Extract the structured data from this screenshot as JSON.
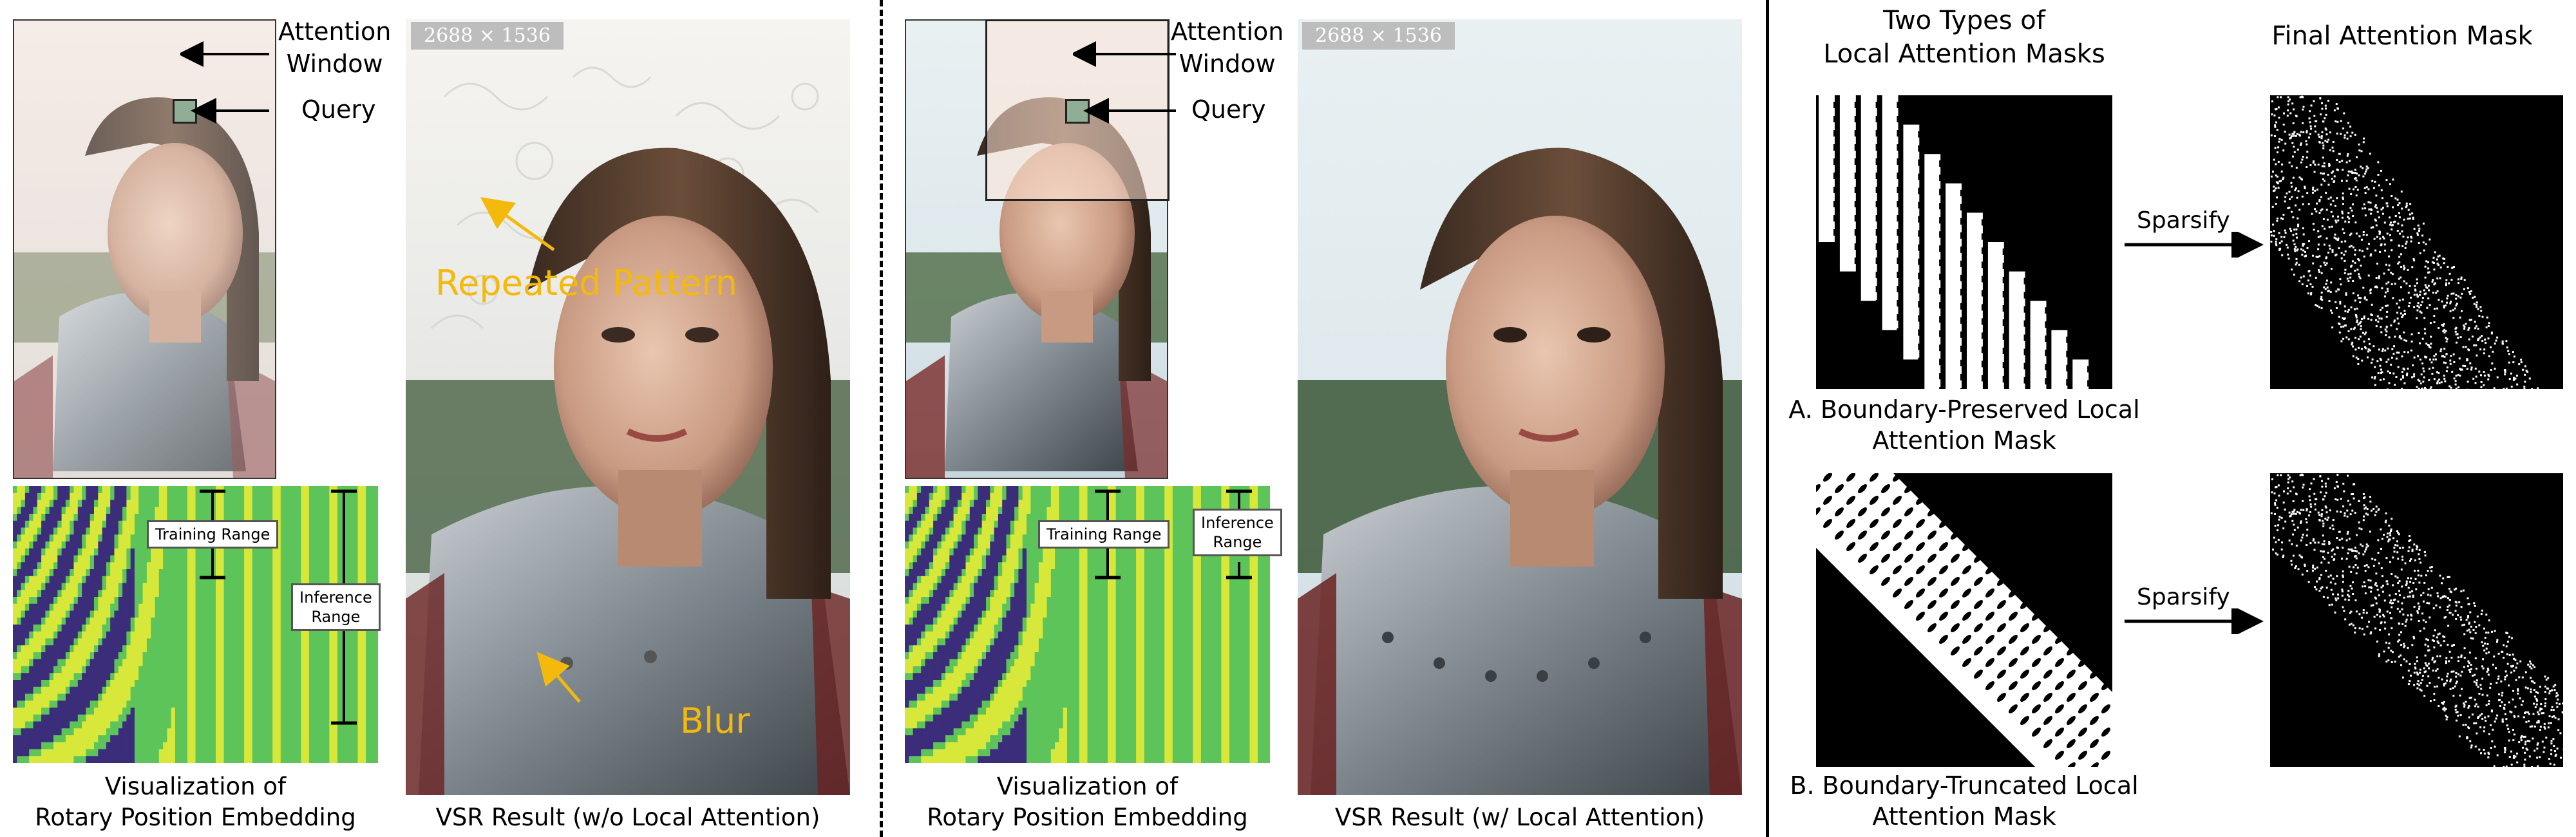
{
  "panel_left": {
    "attention_window_label": [
      "Attention",
      "Window"
    ],
    "query_label": "Query",
    "training_range_label": "Training Range",
    "inference_range_label": [
      "Inference",
      "Range"
    ],
    "rope_caption": [
      "Visualization of",
      "Rotary Position Embedding"
    ],
    "resolution_badge": "2688 × 1536",
    "annotation_repeated": "Repeated Pattern",
    "annotation_blur": "Blur",
    "vsr_caption": "VSR Result (w/o Local Attention)"
  },
  "panel_middle": {
    "attention_window_label": [
      "Attention",
      "Window"
    ],
    "query_label": "Query",
    "training_range_label": "Training Range",
    "inference_range_label": [
      "Inference",
      "Range"
    ],
    "rope_caption": [
      "Visualization of",
      "Rotary Position Embedding"
    ],
    "resolution_badge": "2688 × 1536",
    "vsr_caption": "VSR Result (w/ Local Attention)"
  },
  "panel_right": {
    "title_types": [
      "Two Types of",
      "Local Attention Masks"
    ],
    "title_final": "Final Attention Mask",
    "sparsify_label_a": "Sparsify",
    "sparsify_label_b": "Sparsify",
    "caption_a": [
      "A. Boundary-Preserved Local",
      "Attention Mask"
    ],
    "caption_b": [
      "B. Boundary-Truncated Local",
      "Attention Mask"
    ]
  },
  "colors": {
    "annotation_yellow": "#f3b90c",
    "rope_yellow": "#d8e83a",
    "rope_green": "#5dc45a",
    "rope_purple": "#3b2d7a",
    "query_marker": "#8fae95"
  }
}
